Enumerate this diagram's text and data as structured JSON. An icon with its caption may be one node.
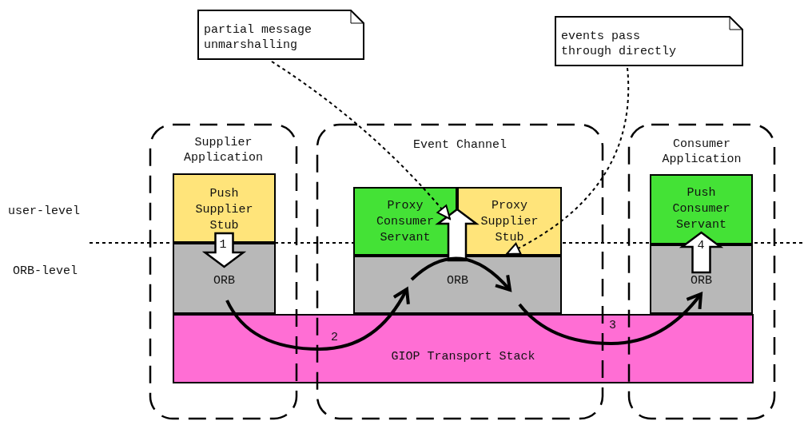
{
  "diagram": {
    "nodes": [
      {
        "text": [
          "Supplier Application"
        ]
      },
      {
        "text": [
          "Push Supplier Stub"
        ],
        "in": 0
      },
      {
        "text": [
          "ORB"
        ],
        "in": 0
      },
      {
        "text": [
          "Event Channel"
        ]
      },
      {
        "text": [
          "Proxy Consumer Servant"
        ],
        "in": 3
      },
      {
        "text": [
          "Proxy Supplier Stub"
        ],
        "in": 3
      },
      {
        "text": [
          "ORB"
        ],
        "in": 3
      },
      {
        "text": [
          "Consumer Application"
        ]
      },
      {
        "text": [
          "Push Consumer Servant"
        ],
        "in": 7
      },
      {
        "text": [
          "ORB"
        ],
        "in": 7
      },
      {
        "text": [
          "GIOP Transport Stack"
        ]
      },
      {
        "text": [
          "partial message unmarshalling"
        ]
      },
      {
        "text": [
          "events pass through directly"
        ]
      }
    ],
    "edges": [
      {
        "from": 1,
        "to": 2,
        "arrow": "to",
        "label": "1",
        "style": "thick"
      },
      {
        "from": 2,
        "to": 10,
        "arrow": "none"
      },
      {
        "from": 10,
        "to": 6,
        "arrow": "to",
        "label": "2"
      },
      {
        "from": 6,
        "to": 4,
        "arrow": "to",
        "style": "thick"
      },
      {
        "from": 6,
        "to": 6,
        "arrow": "to"
      },
      {
        "from": 6,
        "to": 10,
        "arrow": "none"
      },
      {
        "from": 10,
        "to": 9,
        "arrow": "to",
        "label": "3"
      },
      {
        "from": 9,
        "to": 8,
        "arrow": "to",
        "label": "4",
        "style": "thick"
      },
      {
        "from": 11,
        "to": 4,
        "arrow": "to",
        "style": "dashed"
      },
      {
        "from": 12,
        "to": 5,
        "arrow": "to",
        "style": "dashed"
      }
    ],
    "labels": [
      "user-level",
      "ORB-level"
    ]
  }
}
